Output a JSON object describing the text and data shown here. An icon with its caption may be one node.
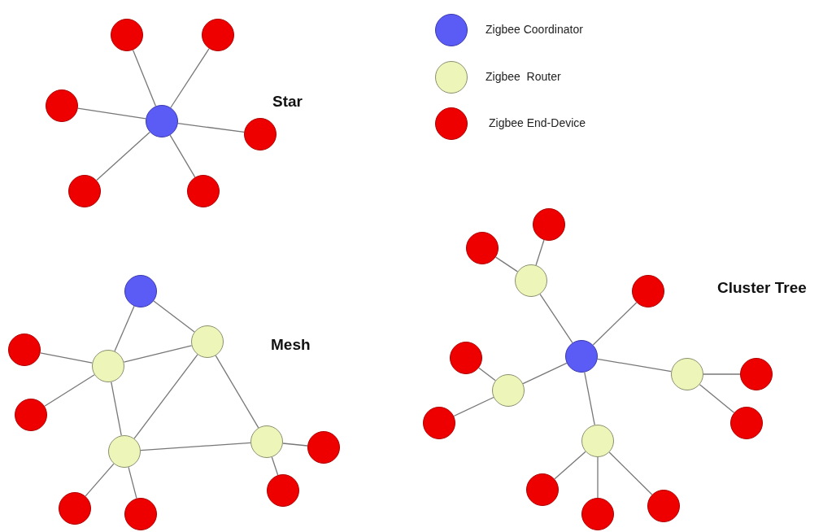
{
  "diagram": {
    "nodes": [
      {
        "text": [],
        "shape": "circle"
      },
      {
        "text": [],
        "shape": "circle"
      },
      {
        "text": [],
        "shape": "circle"
      },
      {
        "text": [],
        "shape": "circle"
      },
      {
        "text": [],
        "shape": "circle"
      },
      {
        "text": [],
        "shape": "circle"
      },
      {
        "text": [],
        "shape": "circle"
      },
      {
        "text": [],
        "shape": "circle"
      },
      {
        "text": [],
        "shape": "circle"
      },
      {
        "text": [],
        "shape": "circle"
      },
      {
        "text": [],
        "shape": "circle"
      },
      {
        "text": [],
        "shape": "circle"
      },
      {
        "text": [],
        "shape": "circle"
      },
      {
        "text": [],
        "shape": "circle"
      },
      {
        "text": [],
        "shape": "circle"
      },
      {
        "text": [],
        "shape": "circle"
      },
      {
        "text": [],
        "shape": "circle"
      },
      {
        "text": [],
        "shape": "circle"
      },
      {
        "text": [],
        "shape": "circle"
      },
      {
        "text": [],
        "shape": "circle"
      },
      {
        "text": [],
        "shape": "circle"
      },
      {
        "text": [],
        "shape": "circle"
      },
      {
        "text": [],
        "shape": "circle"
      },
      {
        "text": [],
        "shape": "circle"
      },
      {
        "text": [],
        "shape": "circle"
      },
      {
        "text": [],
        "shape": "circle"
      },
      {
        "text": [],
        "shape": "circle"
      },
      {
        "text": [],
        "shape": "circle"
      },
      {
        "text": [],
        "shape": "circle"
      },
      {
        "text": [],
        "shape": "circle"
      },
      {
        "text": [],
        "shape": "circle"
      },
      {
        "text": [],
        "shape": "circle"
      },
      {
        "text": [],
        "shape": "circle"
      }
    ],
    "edges": [
      {
        "from": 0,
        "to": 1,
        "arrow": "none"
      },
      {
        "from": 0,
        "to": 2,
        "arrow": "none"
      },
      {
        "from": 0,
        "to": 3,
        "arrow": "none"
      },
      {
        "from": 0,
        "to": 4,
        "arrow": "none"
      },
      {
        "from": 0,
        "to": 5,
        "arrow": "none"
      },
      {
        "from": 0,
        "to": 6,
        "arrow": "none"
      },
      {
        "from": 7,
        "to": 8,
        "arrow": "none"
      },
      {
        "from": 7,
        "to": 9,
        "arrow": "none"
      },
      {
        "from": 8,
        "to": 9,
        "arrow": "none"
      },
      {
        "from": 8,
        "to": 10,
        "arrow": "none"
      },
      {
        "from": 9,
        "to": 10,
        "arrow": "none"
      },
      {
        "from": 9,
        "to": 11,
        "arrow": "none"
      },
      {
        "from": 10,
        "to": 11,
        "arrow": "none"
      },
      {
        "from": 8,
        "to": 12,
        "arrow": "none"
      },
      {
        "from": 8,
        "to": 13,
        "arrow": "none"
      },
      {
        "from": 11,
        "to": 14,
        "arrow": "none"
      },
      {
        "from": 11,
        "to": 15,
        "arrow": "none"
      },
      {
        "from": 10,
        "to": 16,
        "arrow": "none"
      },
      {
        "from": 10,
        "to": 17,
        "arrow": "none"
      },
      {
        "from": 18,
        "to": 19,
        "arrow": "none"
      },
      {
        "from": 18,
        "to": 25,
        "arrow": "none"
      },
      {
        "from": 18,
        "to": 20,
        "arrow": "none"
      },
      {
        "from": 18,
        "to": 21,
        "arrow": "none"
      },
      {
        "from": 18,
        "to": 22,
        "arrow": "none"
      },
      {
        "from": 19,
        "to": 23,
        "arrow": "none"
      },
      {
        "from": 19,
        "to": 24,
        "arrow": "none"
      },
      {
        "from": 20,
        "to": 26,
        "arrow": "none"
      },
      {
        "from": 20,
        "to": 27,
        "arrow": "none"
      },
      {
        "from": 21,
        "to": 28,
        "arrow": "none"
      },
      {
        "from": 21,
        "to": 29,
        "arrow": "none"
      },
      {
        "from": 22,
        "to": 30,
        "arrow": "none"
      },
      {
        "from": 22,
        "to": 31,
        "arrow": "none"
      },
      {
        "from": 22,
        "to": 32,
        "arrow": "none"
      }
    ],
    "labels": [
      "Star",
      "Mesh",
      "Cluster Tree"
    ],
    "legend": [
      {
        "text": "Zigbee Coordinator",
        "color": "#5b5bf5"
      },
      {
        "text": "Zigbee  Router",
        "color": "#eef5b8"
      },
      {
        "text": "Zigbee End-Device",
        "color": "#ee0000"
      }
    ]
  }
}
